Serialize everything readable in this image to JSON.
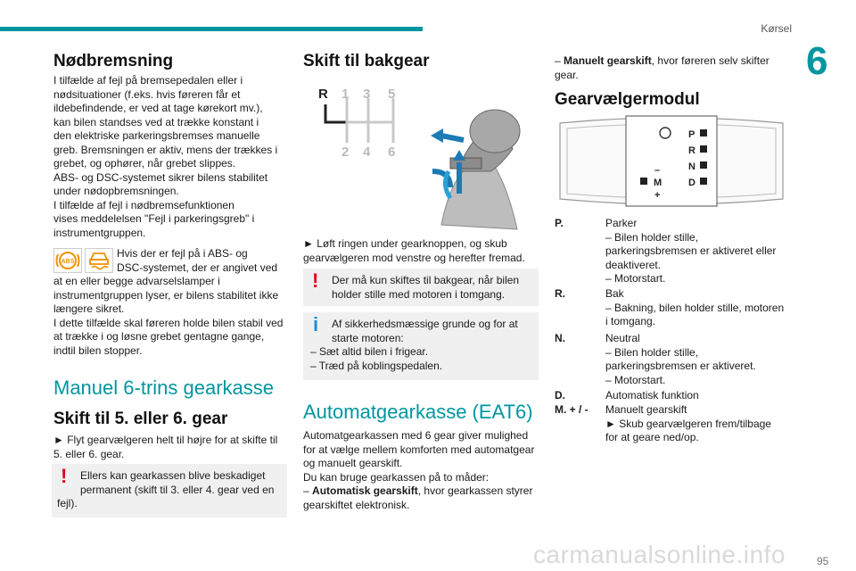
{
  "header": {
    "section": "Kørsel",
    "chapter": "6"
  },
  "col1": {
    "title_emergency": "Nødbremsning",
    "emergency_text": [
      "I tilfælde af fejl på bremsepedalen eller i",
      "nødsituationer (f.eks. hvis føreren får et",
      "ildebefindende, er ved at tage kørekort mv.),",
      "kan bilen standses ved at trække konstant i",
      "den elektriske parkeringsbremses manuelle",
      "greb. Bremsningen er aktiv, mens der trækkes i",
      "grebet, og ophører, når grebet slippes.",
      "ABS- og DSC-systemet sikrer bilens stabilitet",
      "under nødopbremsningen.",
      "I tilfælde af fejl i nødbremsefunktionen",
      "vises meddelelsen \"Fejl i parkeringsgreb\" i",
      "instrumentgruppen."
    ],
    "abs_icon_label": "ABS",
    "abs_text_1": "Hvis der er fejl på i ABS- og",
    "abs_text_2": "DSC-systemet, der er angivet ved",
    "abs_text_rest": [
      "at en eller begge advarselslamper i",
      "instrumentgruppen lyser, er bilens stabilitet ikke",
      "længere sikret.",
      "I dette tilfælde skal føreren holde bilen stabil ved",
      "at trække i og løsne grebet gentagne gange,",
      "indtil bilen stopper."
    ],
    "title_manual": "Manuel 6-trins gearkasse",
    "title_shift56": "Skift til 5. eller 6. gear",
    "shift56_text": [
      "► Flyt gearvælgeren helt til højre for at skifte til",
      "5. eller 6. gear."
    ],
    "warning1": [
      "Ellers kan gearkassen blive beskadiget",
      "permanent (skift til 3. eller 4. gear ved en",
      "fejl)."
    ]
  },
  "col2": {
    "title_reverse": "Skift til bakgear",
    "gear_labels": {
      "r": "R",
      "g1": "1",
      "g3": "3",
      "g5": "5",
      "g2": "2",
      "g4": "4",
      "g6": "6"
    },
    "reverse_text": [
      "► Løft ringen under gearknoppen, og skub",
      "gearvælgeren mod venstre og herefter fremad."
    ],
    "warning2": [
      "Der må kun skiftes til bakgear, når bilen",
      "holder stille med motoren i tomgang."
    ],
    "info1": [
      "Af sikkerhedsmæssige grunde og for at",
      "starte motoren:",
      "– Sæt altid bilen i frigear.",
      "– Træd på koblingspedalen."
    ],
    "title_auto": "Automatgearkasse (EAT6)",
    "auto_text": [
      "Automatgearkassen med 6 gear giver mulighed",
      "for at vælge mellem komforten med automatgear",
      "og manuelt gearskift.",
      "Du kan bruge gearkassen på to måder:"
    ],
    "auto_mode1_bold": "Automatisk gearskift",
    "auto_mode1_rest": ", hvor gearkassen styrer",
    "auto_mode1_line2": "gearskiftet elektronisk.",
    "dash": "–"
  },
  "col3": {
    "manual_mode_bold": "Manuelt gearskift",
    "manual_mode_rest": ", hvor føreren selv skifter",
    "manual_mode_line2": "gear.",
    "dash": "–",
    "title_module": "Gearvælgermodul",
    "module_labels": {
      "p": "P",
      "r": "R",
      "n": "N",
      "d": "D",
      "m": "M",
      "minus": "–",
      "plus": "+"
    },
    "legend": [
      {
        "key": "P.",
        "lines": [
          "Parker",
          "– Bilen holder stille,",
          "parkeringsbremsen er aktiveret eller",
          "deaktiveret.",
          "– Motorstart."
        ]
      },
      {
        "key": "R.",
        "lines": [
          "Bak",
          "– Bakning, bilen holder stille, motoren",
          "i tomgang."
        ]
      },
      {
        "key": "N.",
        "lines": [
          "Neutral",
          "– Bilen holder stille,",
          "parkeringsbremsen er aktiveret.",
          "– Motorstart."
        ]
      },
      {
        "key": "D.",
        "lines": [
          "Automatisk funktion"
        ]
      },
      {
        "key": "M. + / -",
        "lines": [
          "Manuelt gearskift",
          "► Skub gearvælgeren frem/tilbage",
          "for at geare ned/op."
        ]
      }
    ]
  },
  "footer": {
    "logo": "carmanualsonline.info",
    "page": "95"
  },
  "colors": {
    "accent": "#0096a0",
    "warning": "#e0001b",
    "info": "#1b8ee0",
    "abs_orange": "#f39200"
  }
}
